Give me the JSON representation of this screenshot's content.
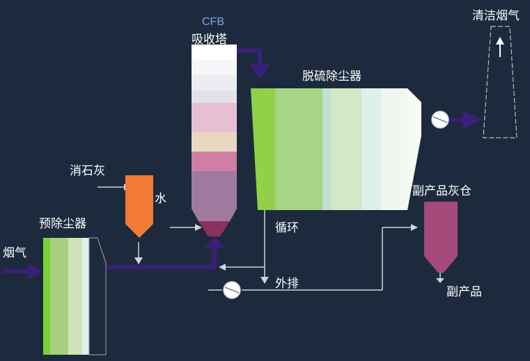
{
  "labels": {
    "cfb": "CFB",
    "absorber": "吸收塔",
    "desulfurizer": "脱硫除尘器",
    "clean_gas": "清洁烟气",
    "lime": "消石灰",
    "water": "水",
    "precollector": "预除尘器",
    "flue_gas": "烟气",
    "recycle": "循环",
    "byproduct_silo": "副产品灰仓",
    "discharge": "外排",
    "byproduct": "副产品"
  },
  "colors": {
    "background": "#1d2a3d",
    "main_pipe": "#3a1f7a",
    "thin_line": "#cfd4da",
    "lime_hopper": "#f07a36",
    "silo": "#a34a7a"
  }
}
